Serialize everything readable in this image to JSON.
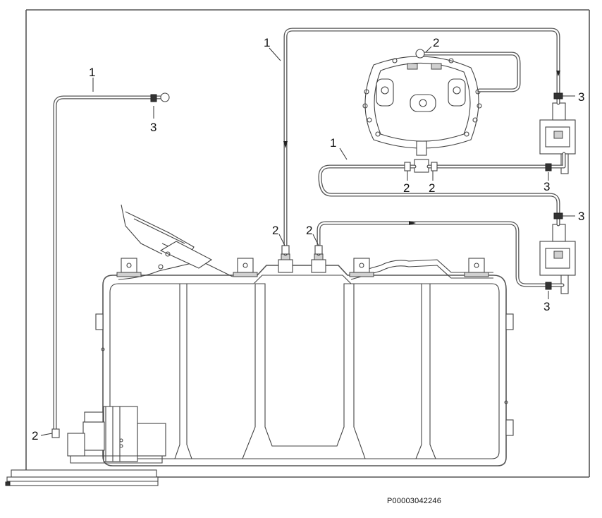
{
  "diagram": {
    "callouts": {
      "pipe_left": "1",
      "pipe_top": "1",
      "pipe_middle": "1",
      "clip_alternator_top": "2",
      "clip_tee_left": "2",
      "clip_tee_right": "2",
      "clip_tank_left": "2",
      "clip_tank_right": "2",
      "clip_bottom_left": "2",
      "sleeve_left": "3",
      "sleeve_upper_right": "3",
      "sleeve_mid_right_top": "3",
      "sleeve_mid_right_bottom": "3",
      "sleeve_lower_right": "3"
    },
    "reference_code": "P00003042246"
  }
}
